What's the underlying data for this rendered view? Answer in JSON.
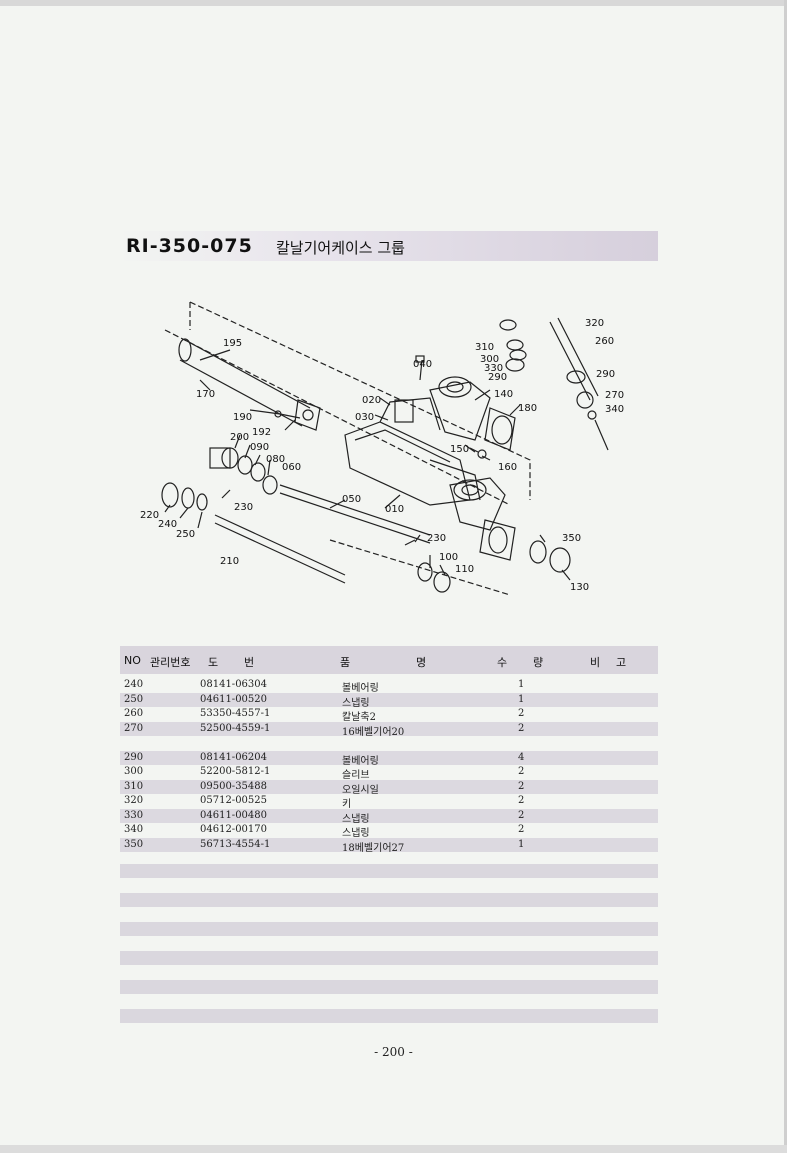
{
  "header": {
    "code": "RI-350-075",
    "title": "칼날기어케이스 그룹"
  },
  "diagram": {
    "labels": [
      "320",
      "310",
      "260",
      "300",
      "330",
      "040",
      "290",
      "290",
      "270",
      "340",
      "195",
      "020",
      "140",
      "180",
      "170",
      "030",
      "190",
      "192",
      "200",
      "090",
      "150",
      "160",
      "080",
      "060",
      "220",
      "050",
      "010",
      "240",
      "230",
      "250",
      "230",
      "350",
      "100",
      "210",
      "110",
      "130"
    ]
  },
  "table": {
    "headers": {
      "no": "NO",
      "mgmt": "관리번호",
      "drawing_a": "도",
      "drawing_b": "번",
      "name_a": "품",
      "name_b": "명",
      "qty_a": "수",
      "qty_b": "량",
      "note_a": "비",
      "note_b": "고"
    },
    "rows": [
      {
        "no": "240",
        "drawing": "08141-06304",
        "name": "볼베어링",
        "qty": "1"
      },
      {
        "no": "250",
        "drawing": "04611-00520",
        "name": "스냅링",
        "qty": "1"
      },
      {
        "no": "260",
        "drawing": "53350-4557-1",
        "name": "칼날축2",
        "qty": "2"
      },
      {
        "no": "270",
        "drawing": "52500-4559-1",
        "name": "16베벨기어20",
        "qty": "2"
      },
      {
        "no": "",
        "drawing": "",
        "name": "",
        "qty": ""
      },
      {
        "no": "290",
        "drawing": "08141-06204",
        "name": "볼베어링",
        "qty": "4"
      },
      {
        "no": "300",
        "drawing": "52200-5812-1",
        "name": "슬리브",
        "qty": "2"
      },
      {
        "no": "310",
        "drawing": "09500-35488",
        "name": "오일시일",
        "qty": "2"
      },
      {
        "no": "320",
        "drawing": "05712-00525",
        "name": "키",
        "qty": "2"
      },
      {
        "no": "330",
        "drawing": "04611-00480",
        "name": "스냅링",
        "qty": "2"
      },
      {
        "no": "340",
        "drawing": "04612-00170",
        "name": "스냅링",
        "qty": "2"
      },
      {
        "no": "350",
        "drawing": "56713-4554-1",
        "name": "18베벨기어27",
        "qty": "1"
      }
    ]
  },
  "footer": {
    "page": "- 200 -"
  }
}
